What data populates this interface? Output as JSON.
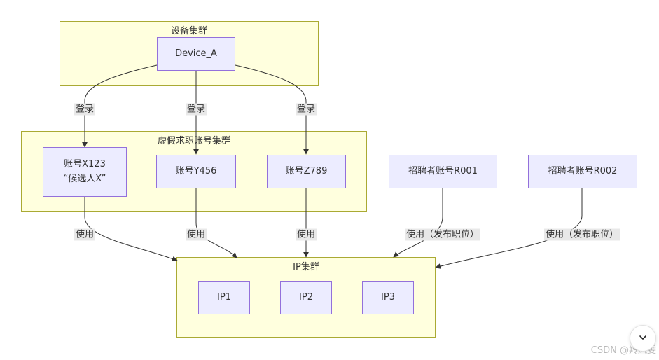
{
  "clusters": {
    "device": {
      "title": "设备集群"
    },
    "accounts": {
      "title": "虚假求职账号集群"
    },
    "ips": {
      "title": "IP集群"
    }
  },
  "nodes": {
    "device_a": "Device_A",
    "acc_x123": "账号X123\n“候选人X”",
    "acc_y456": "账号Y456",
    "acc_z789": "账号Z789",
    "rec_r001": "招聘者账号R001",
    "rec_r002": "招聘者账号R002",
    "ip1": "IP1",
    "ip2": "IP2",
    "ip3": "IP3"
  },
  "edge_labels": {
    "login_1": "登录",
    "login_2": "登录",
    "login_3": "登录",
    "use_1": "使用",
    "use_2": "使用",
    "use_3": "使用",
    "use_post_1": "使用（发布职位）",
    "use_post_2": "使用（发布职位）"
  },
  "watermark": "CSDN @羚风雯",
  "icons": {
    "scroll_button": "chevron-down-icon"
  },
  "colors": {
    "node_fill": "#ececff",
    "node_border": "#9370db",
    "cluster_fill": "#ffffde",
    "cluster_border": "#aaaa33",
    "edge": "#333333",
    "edge_label_bg": "#e8e8e8"
  }
}
